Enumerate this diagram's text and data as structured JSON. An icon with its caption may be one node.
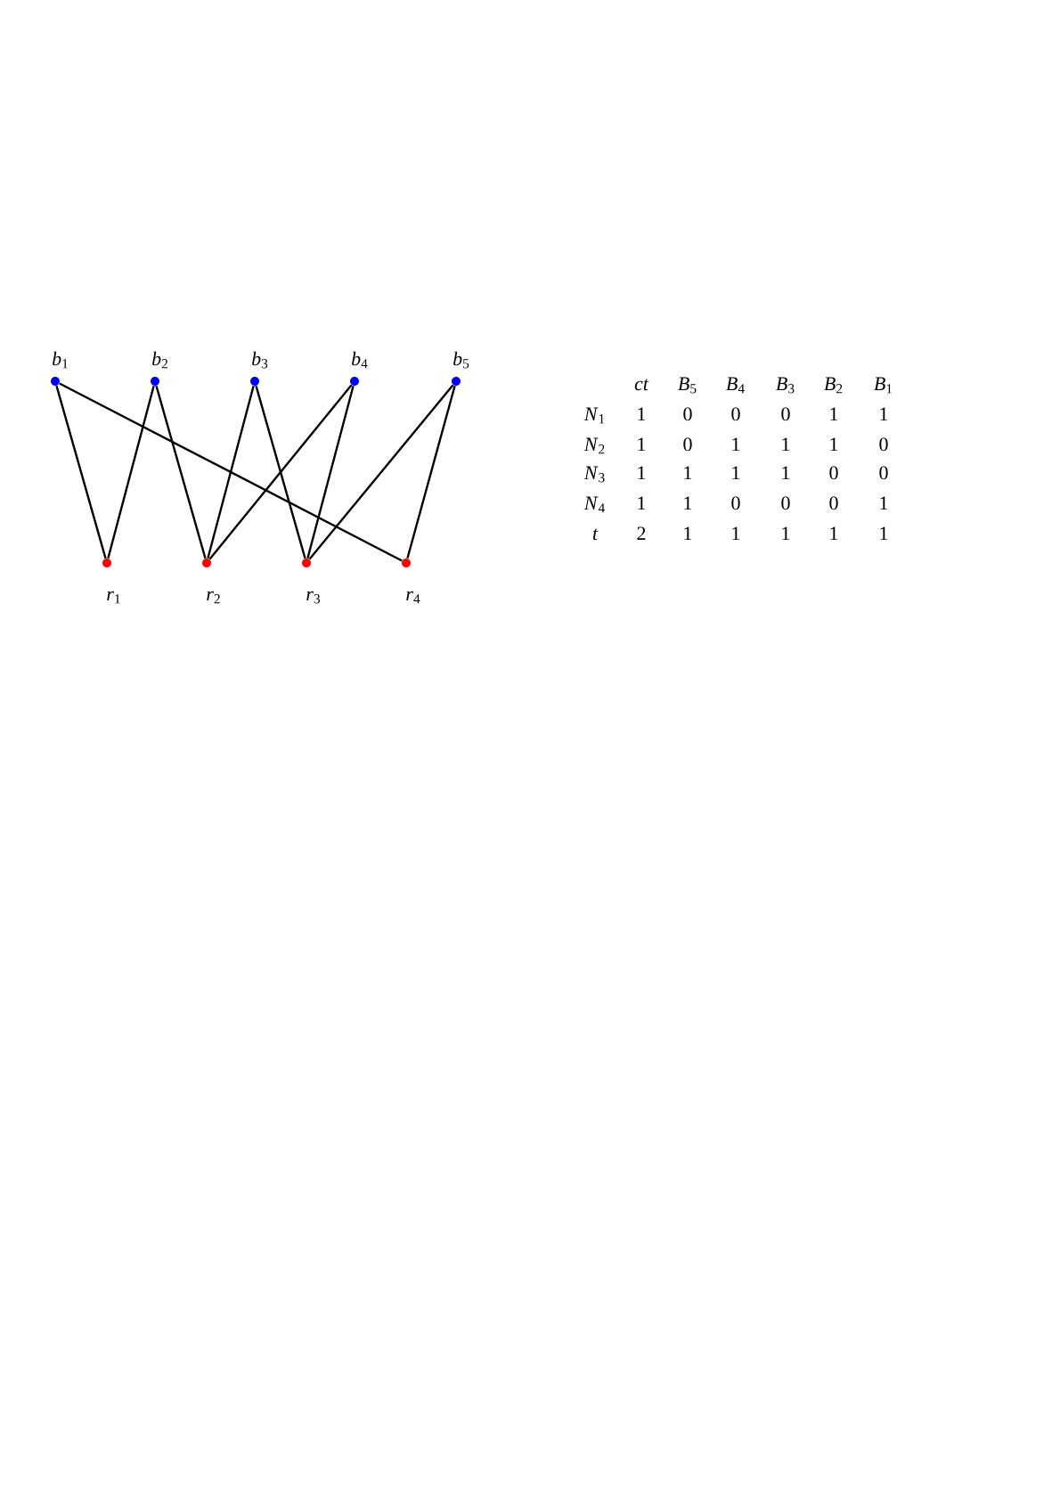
{
  "diagram": {
    "nodes": [
      {
        "text": [
          "*b*$_{1}$"
        ]
      },
      {
        "text": [
          "*b*$_{2}$"
        ]
      },
      {
        "text": [
          "*b*$_{3}$"
        ]
      },
      {
        "text": [
          "*b*$_{4}$"
        ]
      },
      {
        "text": [
          "*b*$_{5}$"
        ]
      },
      {
        "text": [
          "*r*$_{1}$"
        ]
      },
      {
        "text": [
          "*r*$_{2}$"
        ]
      },
      {
        "text": [
          "*r*$_{3}$"
        ]
      },
      {
        "text": [
          "*r*$_{4}$"
        ]
      }
    ],
    "edges": [
      {
        "from": 0,
        "to": 5,
        "arrow": "none"
      },
      {
        "from": 0,
        "to": 8,
        "arrow": "none"
      },
      {
        "from": 1,
        "to": 5,
        "arrow": "none"
      },
      {
        "from": 1,
        "to": 6,
        "arrow": "none"
      },
      {
        "from": 2,
        "to": 6,
        "arrow": "none"
      },
      {
        "from": 2,
        "to": 7,
        "arrow": "none"
      },
      {
        "from": 3,
        "to": 6,
        "arrow": "none"
      },
      {
        "from": 3,
        "to": 7,
        "arrow": "none"
      },
      {
        "from": 4,
        "to": 7,
        "arrow": "none"
      },
      {
        "from": 4,
        "to": 8,
        "arrow": "none"
      }
    ],
    "labels": [
      "ct",
      "*B*$_{5}$",
      "*B*$_{4}$",
      "*B*$_{3}$",
      "*B*$_{2}$",
      "*B*$_{1}$",
      "*N*$_{1}$",
      "1",
      "0",
      "0",
      "0",
      "1",
      "1",
      "*N*$_{2}$",
      "1",
      "0",
      "1",
      "1",
      "1",
      "0",
      "*N*$_{3}$",
      "1",
      "1",
      "1",
      "1",
      "0",
      "0",
      "*N*$_{4}$",
      "1",
      "1",
      "0",
      "0",
      "0",
      "1",
      "t",
      "2",
      "1",
      "1",
      "1",
      "1",
      "1"
    ]
  }
}
